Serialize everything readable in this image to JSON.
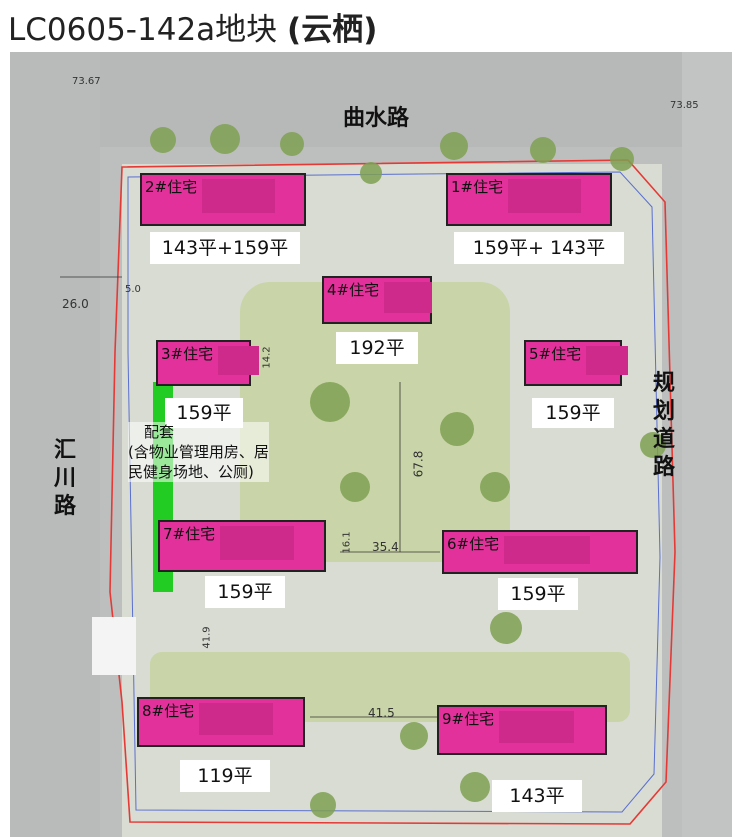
{
  "title": {
    "code": "LC0605-142a地块",
    "name": "(云栖)"
  },
  "roads": {
    "north": "曲水路",
    "west": "汇川路",
    "east": "规划道路"
  },
  "buildings": [
    {
      "label": "2#住宅",
      "area": "143平+159平"
    },
    {
      "label": "1#住宅",
      "area": "159平+ 143平"
    },
    {
      "label": "4#住宅",
      "area": "192平"
    },
    {
      "label": "3#住宅",
      "area": "159平"
    },
    {
      "label": "5#住宅",
      "area": "159平"
    },
    {
      "label": "7#住宅",
      "area": "159平"
    },
    {
      "label": "6#住宅",
      "area": "159平"
    },
    {
      "label": "8#住宅",
      "area": "119平"
    },
    {
      "label": "9#住宅",
      "area": "143平"
    }
  ],
  "facility": {
    "label": "配套",
    "note_line1": "(含物业管理用房、居",
    "note_line2": "民健身场地、公厕)"
  },
  "dimensions": {
    "d1": "26.0",
    "d2": "67.8",
    "d3": "35.4",
    "d4": "41.5",
    "d5": "16.1",
    "d6": "14.2",
    "d7": "5.0",
    "d8": "41.9",
    "d9": "73.67",
    "d10": "73.85"
  },
  "colors": {
    "residential": "#e2319b",
    "facility": "#22cc22",
    "redline": "#e53935"
  }
}
